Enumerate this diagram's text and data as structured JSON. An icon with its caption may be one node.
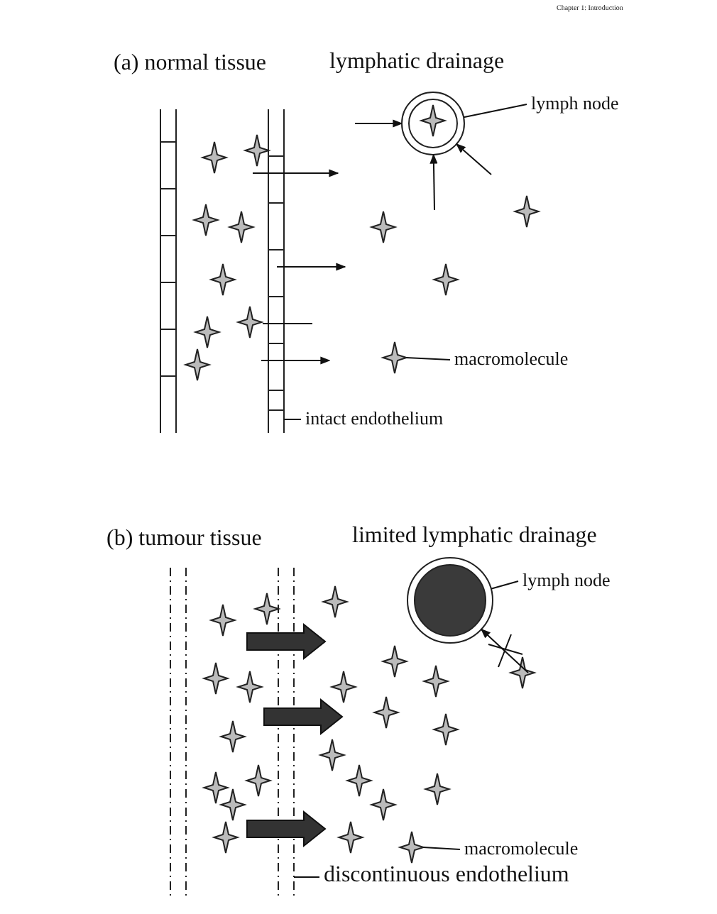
{
  "diagram": {
    "nodes": [
      {
        "text": [
          "lymph node"
        ]
      },
      {
        "text": [],
        "shape": "circle"
      },
      {
        "text": [
          "macromolecule"
        ]
      },
      {
        "text": [],
        "shape": "star"
      },
      {
        "text": [
          "intact endothelium"
        ]
      },
      {
        "text": [],
        "shape": "bar"
      },
      {
        "text": [
          "lymph node"
        ]
      },
      {
        "text": [],
        "shape": "circle"
      },
      {
        "text": [
          "macromolecule"
        ]
      },
      {
        "text": [],
        "shape": "star"
      },
      {
        "text": [
          "discontinuous endothelium"
        ]
      },
      {
        "text": [],
        "shape": "bar"
      }
    ],
    "edges": [
      {
        "from": 0,
        "to": 1,
        "arrow": "none"
      },
      {
        "from": 2,
        "to": 3,
        "arrow": "none"
      },
      {
        "from": 4,
        "to": 5,
        "arrow": "none"
      },
      {
        "from": null,
        "to": 1,
        "arrow": "to"
      },
      {
        "from": null,
        "to": 1,
        "arrow": "to"
      },
      {
        "from": null,
        "to": 1,
        "arrow": "to"
      },
      {
        "from": 6,
        "to": 7,
        "arrow": "none"
      },
      {
        "from": 8,
        "to": 9,
        "arrow": "none"
      },
      {
        "from": 10,
        "to": 11,
        "arrow": "none"
      },
      {
        "from": null,
        "to": 7,
        "arrow": "to"
      }
    ],
    "labels": [
      "Chapter 1: Introduction",
      "(a) normal tissue",
      "lymphatic drainage",
      "(b) tumour tissue",
      "limited lymphatic drainage"
    ]
  }
}
